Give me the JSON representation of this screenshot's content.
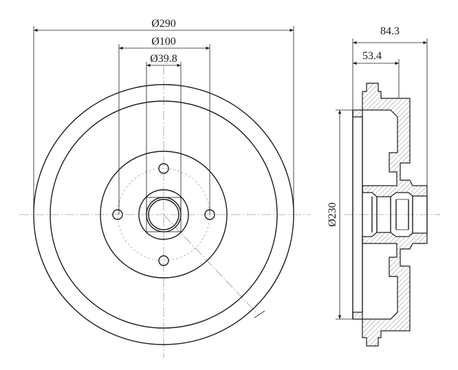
{
  "front_view": {
    "dim_outer_diameter": "Ø290",
    "dim_bolt_circle": "Ø100",
    "dim_center_bore": "Ø39.8"
  },
  "side_view": {
    "dim_overall_height": "84.3",
    "dim_inner_height": "53.4",
    "dim_drum_diameter": "Ø230"
  }
}
